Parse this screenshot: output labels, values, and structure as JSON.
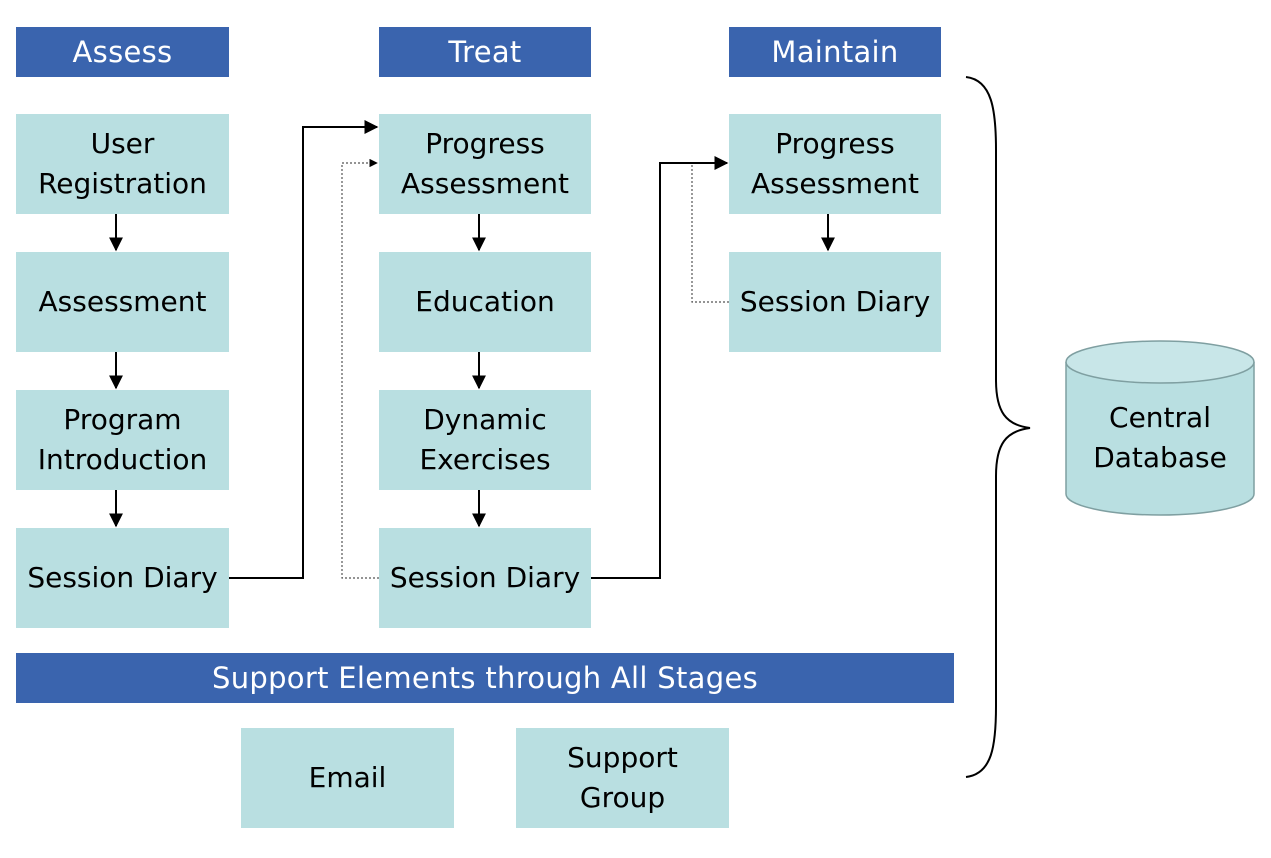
{
  "stages": {
    "assess": "Assess",
    "treat": "Treat",
    "maintain": "Maintain"
  },
  "assess": {
    "user_registration": [
      "User",
      "Registration"
    ],
    "assessment": [
      "Assessment"
    ],
    "program_introduction": [
      "Program",
      "Introduction"
    ],
    "session_diary": [
      "Session Diary"
    ]
  },
  "treat": {
    "progress_assessment": [
      "Progress",
      "Assessment"
    ],
    "education": [
      "Education"
    ],
    "dynamic_exercises": [
      "Dynamic",
      "Exercises"
    ],
    "session_diary": [
      "Session Diary"
    ]
  },
  "maintain": {
    "progress_assessment": [
      "Progress",
      "Assessment"
    ],
    "session_diary": [
      "Session Diary"
    ]
  },
  "support": {
    "title": "Support Elements through All Stages",
    "email": [
      "Email"
    ],
    "support_group": [
      "Support",
      "Group"
    ]
  },
  "database": {
    "label": [
      "Central",
      "Database"
    ]
  },
  "colors": {
    "header_fill": "#3a64ae",
    "box_fill": "#b9dfe1",
    "database_fill": "#b9dfe1"
  }
}
